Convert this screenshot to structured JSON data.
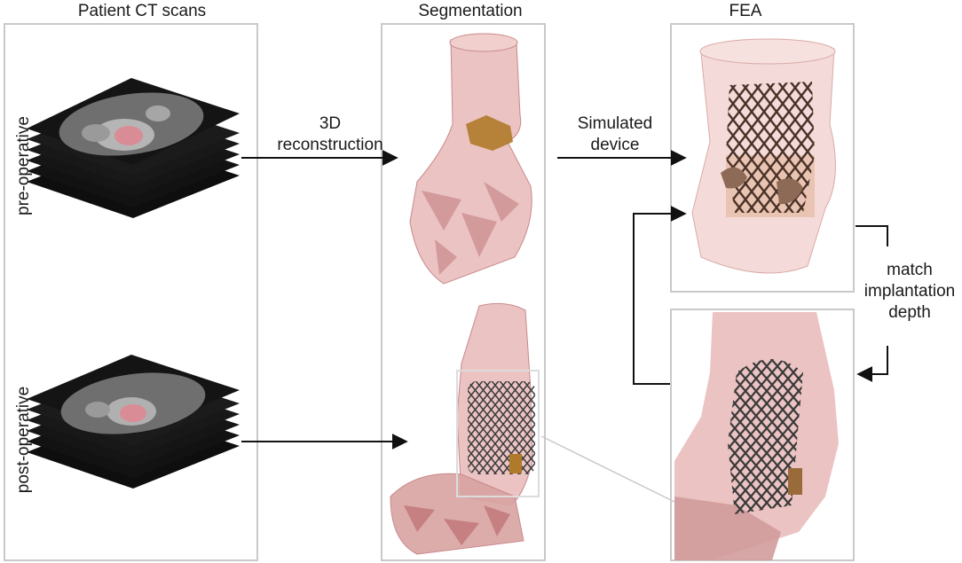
{
  "headers": {
    "ct": "Patient CT scans",
    "seg": "Segmentation",
    "fea": "FEA"
  },
  "side_labels": {
    "pre": "pre-operative",
    "post": "post-operative"
  },
  "arrow_labels": {
    "recon_line1": "3D",
    "recon_line2": "reconstruction",
    "sim_line1": "Simulated",
    "sim_line2": "device",
    "match_line1": "match",
    "match_line2": "implantation",
    "match_line3": "depth"
  },
  "colors": {
    "panel_border": "#c9c9c9",
    "tissue": "#e8b9b7",
    "tissue_dark": "#c9898a",
    "stent": "#3a3a3a",
    "stent_fea": "#4b3228",
    "calcification": "#b07a2a",
    "ct_bg": "#111111",
    "arrow": "#111111"
  }
}
